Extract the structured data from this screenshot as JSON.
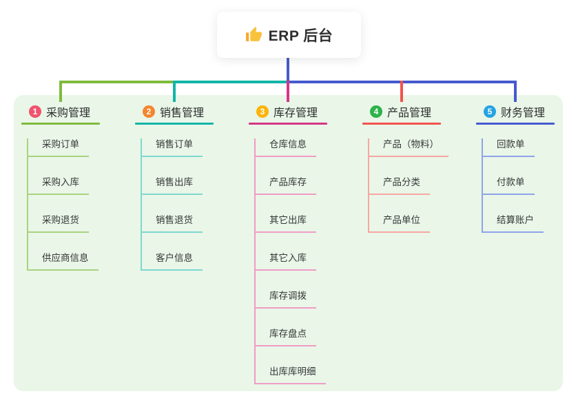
{
  "root": {
    "title": "ERP 后台",
    "icon": "thumbs-up-icon",
    "line_color": "#4a5ac6"
  },
  "canvas": {
    "background": "#ffffff",
    "panel_color": "#e9f6e8"
  },
  "branches": [
    {
      "index": "1",
      "label": "采购管理",
      "badge_color": "#f1536e",
      "line_color": "#7fba3d",
      "sub_line_color": "#a9d37e",
      "children": [
        "采购订单",
        "采购入库",
        "采购退货",
        "供应商信息"
      ]
    },
    {
      "index": "2",
      "label": "销售管理",
      "badge_color": "#f5862e",
      "line_color": "#12b5a8",
      "sub_line_color": "#7ed8cf",
      "children": [
        "销售订单",
        "销售出库",
        "销售退货",
        "客户信息"
      ]
    },
    {
      "index": "3",
      "label": "库存管理",
      "badge_color": "#fbb40c",
      "line_color": "#d63488",
      "sub_line_color": "#f09cc6",
      "children": [
        "仓库信息",
        "产品库存",
        "其它出库",
        "其它入库",
        "库存调拨",
        "库存盘点",
        "出库库明细"
      ]
    },
    {
      "index": "4",
      "label": "产品管理",
      "badge_color": "#2cb34a",
      "line_color": "#f2534e",
      "sub_line_color": "#f7a6a0",
      "children": [
        "产品（物料）",
        "产品分类",
        "产品单位"
      ]
    },
    {
      "index": "5",
      "label": "财务管理",
      "badge_color": "#25a4e5",
      "line_color": "#4659ce",
      "sub_line_color": "#8ea3e8",
      "children": [
        "回款单",
        "付款单",
        "结算账户"
      ]
    }
  ]
}
